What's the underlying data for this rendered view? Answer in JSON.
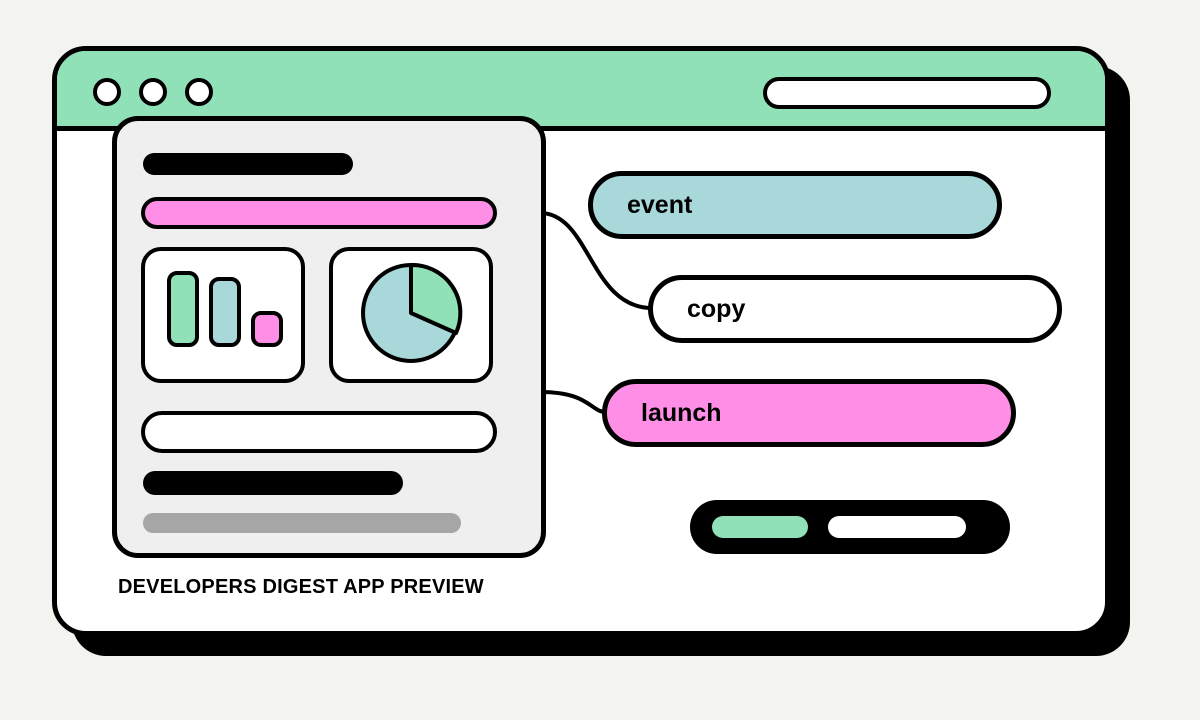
{
  "chips": {
    "event": {
      "label": "event",
      "color": "#a8d8da"
    },
    "copy": {
      "label": "copy",
      "color": "#ffffff"
    },
    "launch": {
      "label": "launch",
      "color": "#ff8ee6"
    }
  },
  "caption": "DEVELOPERS DIGEST APP PREVIEW",
  "colors": {
    "green": "#90e0b8",
    "blue": "#a8d8da",
    "pink": "#ff8ee6",
    "grey": "#a6a6a6",
    "background": "#f3f3ef"
  },
  "icons": {
    "bar_chart": "bar-chart-icon",
    "pie_chart": "pie-chart-icon"
  }
}
